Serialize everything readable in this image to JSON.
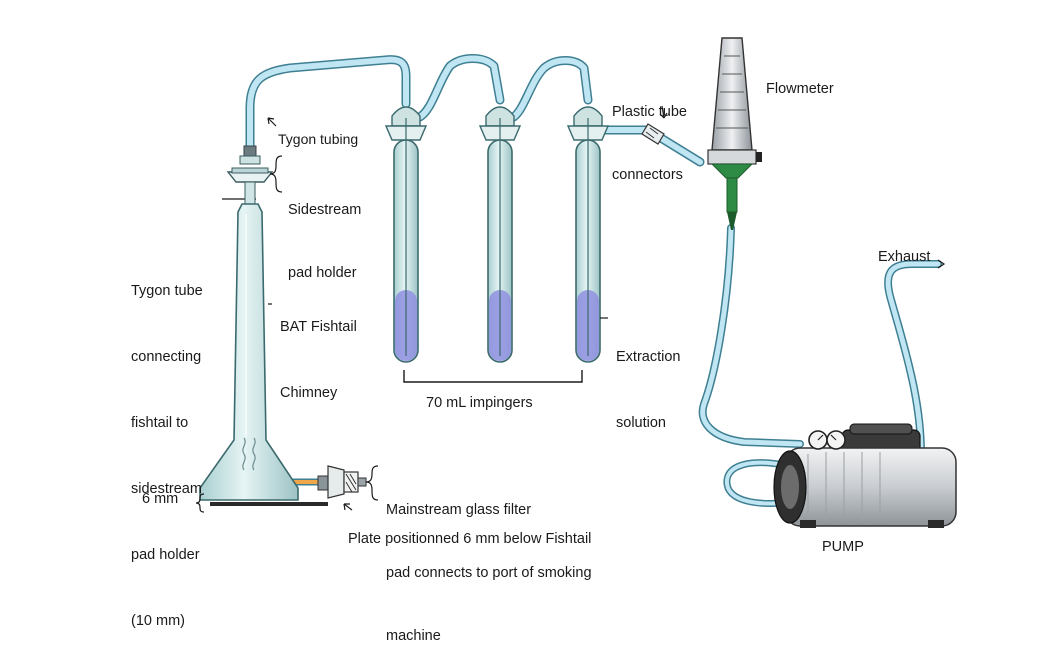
{
  "colors": {
    "glass": "#cde4e4",
    "glass_stroke": "#3b6a6e",
    "tube": "#bfe6f2",
    "tube_stroke": "#3f7f92",
    "solution": "#8f8fe0",
    "flowmeter_green": "#2e8b46",
    "pump_dark": "#2f2f2f",
    "pump_body": "#d9dcdf"
  },
  "icons": [
    "smoke-wisp-icon",
    "pressure-gauge-icon",
    "arrow-icon"
  ],
  "labels": {
    "tygon_tubing": "Tygon tubing",
    "sidestream_pad_holder": [
      "Sidestream",
      "pad holder"
    ],
    "tygon_tube_connecting": [
      "Tygon tube",
      "connecting",
      "fishtail to",
      "sidestream",
      "pad holder",
      "(10 mm)"
    ],
    "bat_fishtail_chimney": [
      "BAT Fishtail",
      "Chimney"
    ],
    "plastic_tube_connectors": [
      "Plastic tube",
      "connectors"
    ],
    "flowmeter": "Flowmeter",
    "exhaust": "Exhaust",
    "extraction_solution": [
      "Extraction",
      "solution"
    ],
    "impingers": "70 mL impingers",
    "mainstream_filter": [
      "Mainstream glass filter",
      "pad connects to port of smoking",
      "machine"
    ],
    "six_mm": "6 mm",
    "plate_positioned": "Plate positionned 6 mm below Fishtail",
    "pump": "PUMP"
  }
}
